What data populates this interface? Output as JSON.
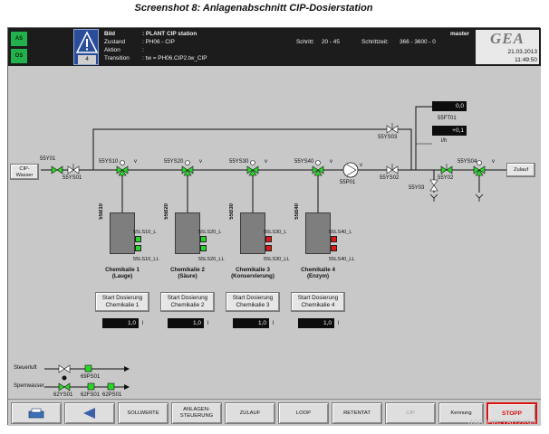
{
  "caption": "Screenshot 8: Anlagenabschnitt CIP-Dosierstation",
  "header": {
    "btn_as": "AS",
    "btn_os": "OS",
    "warning_count": "4",
    "bild_key": "Bild",
    "bild_val": ": PLANT CIP station",
    "zustand_key": "Zustand",
    "zustand_val": ": PH06 - CIP",
    "aktion_key": "Aktion",
    "aktion_val": ":",
    "transition_key": "Transition",
    "transition_val": ": tw = PH06.CIP2.tw_CIP",
    "schritt_label": "Schritt:",
    "schritt_val": "20 - 45",
    "schrittzeit_label": "Schrittzeit:",
    "schrittzeit_val": "366  -  3600  -  0",
    "user": "master",
    "logo": "GEA",
    "date": "21.03.2013",
    "time": "11:49:50"
  },
  "process": {
    "cip_wasser": "CIP-\nWasser",
    "zulauf_btn": "Zulauf",
    "valves": {
      "y01": "55Y01",
      "ys01": "55YS01",
      "ys03": "55YS03",
      "ys02": "55YS02",
      "ys04": "55YS04",
      "ys10": "55YS10",
      "ys20": "55YS20",
      "ys30": "55YS30",
      "ys40": "55YS40",
      "y02": "55Y02",
      "y03": "55Y03",
      "p01": "55P01"
    },
    "v_mark": "v",
    "flow": {
      "tag": "55FT01",
      "val1": "0,0",
      "val2": "+0,1",
      "unit": "l/h"
    },
    "tanks": [
      {
        "tag": "55B10",
        "ls": "55LS10_L",
        "lsl": "55LS10_LL",
        "name": "Chemikalie 1",
        "sub": "(Lauge)",
        "btn1": "Start Dosierung",
        "btn2": "Chemikalie 1",
        "value": "1,0",
        "unit": "l",
        "color": "#2bd42b"
      },
      {
        "tag": "55B20",
        "ls": "55LS20_L",
        "lsl": "55LS20_LL",
        "name": "Chemikalie 2",
        "sub": "(Säure)",
        "btn1": "Start Dosierung",
        "btn2": "Chemikalie 2",
        "value": "1,0",
        "unit": "l",
        "color": "#2bd42b"
      },
      {
        "tag": "55B30",
        "ls": "55LS30_L",
        "lsl": "55LS30_LL",
        "name": "Chemikalie 3",
        "sub": "(Konservierung)",
        "btn1": "Start Dosierung",
        "btn2": "Chemikalie 3",
        "value": "1,0",
        "unit": "l",
        "color": "#e01818"
      },
      {
        "tag": "55B40",
        "ls": "55LS40_L",
        "lsl": "55LS40_LL",
        "name": "Chemikalie 4",
        "sub": "(Enzym)",
        "btn1": "Start Dosierung",
        "btn2": "Chemikalie 4",
        "value": "1,0",
        "unit": "l",
        "color": "#e01818"
      }
    ],
    "steuerluft": "Steuerluft",
    "sperrwasser": "Sperrwasser",
    "ps": {
      "p69": "69PS01",
      "p62a": "62YS01",
      "p62b": "62FS01",
      "p62c": "62PS01"
    }
  },
  "footer": {
    "buttons": [
      "SOLLWERTE",
      "ANLAGEN-\nSTEUERUNG",
      "ZULAUF",
      "LOOP",
      "RETENTAT",
      "CIP",
      "Kennung",
      "STOPP"
    ]
  },
  "watermark": "486056-18024946",
  "colors": {
    "green": "#2bd42b",
    "red": "#e01818",
    "header": "#1c1c1c",
    "panel": "#c8c8c8"
  }
}
